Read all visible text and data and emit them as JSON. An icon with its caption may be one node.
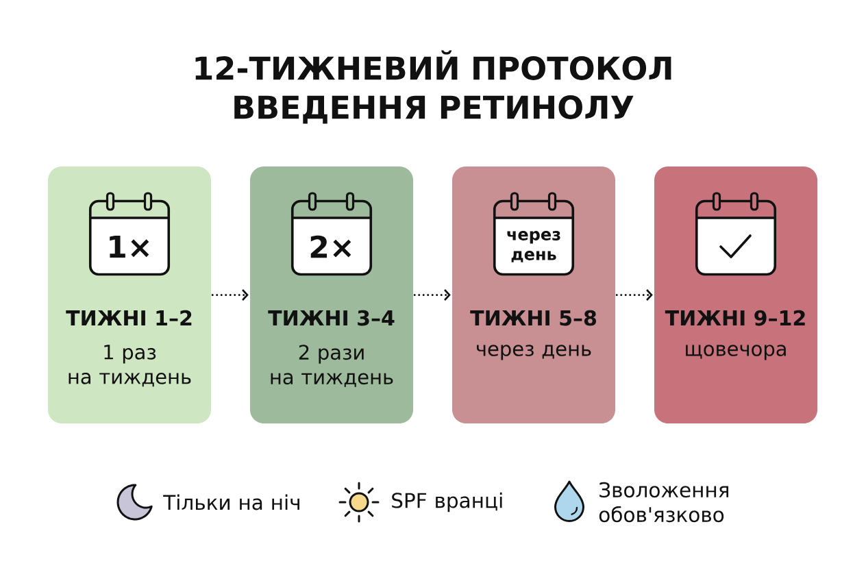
{
  "diagram": {
    "title": "12-ТИЖНЕВИЙ ПРОТОКОЛ ВВЕДЕННЯ РЕТИНОЛУ",
    "nodes": [
      {
        "text": [
          "ТИЖНІ 1–2",
          "1 раз на тиждень"
        ]
      },
      {
        "text": [
          "1×"
        ],
        "in": 0
      },
      {
        "text": [
          "ТИЖНІ 3–4",
          "2 рази на тиждень"
        ]
      },
      {
        "text": [
          "2×"
        ],
        "in": 2
      },
      {
        "text": [
          "ТИЖНІ 5–8",
          "через день"
        ]
      },
      {
        "text": [
          "через день"
        ],
        "in": 4
      },
      {
        "text": [
          "ТИЖНІ 9–12",
          "щовечора"
        ]
      },
      {
        "text": [],
        "shape": "picture",
        "in": 6
      }
    ],
    "edges": [
      {
        "from": 0,
        "to": 2,
        "arrow": "to"
      },
      {
        "from": 2,
        "to": 4,
        "arrow": "to"
      },
      {
        "from": 4,
        "to": 6,
        "arrow": "to"
      }
    ],
    "legend": [
      {
        "text": "Тільки на ніч"
      },
      {
        "text": "SPF вранці"
      },
      {
        "text": "Зволоження обов'язково"
      }
    ]
  }
}
